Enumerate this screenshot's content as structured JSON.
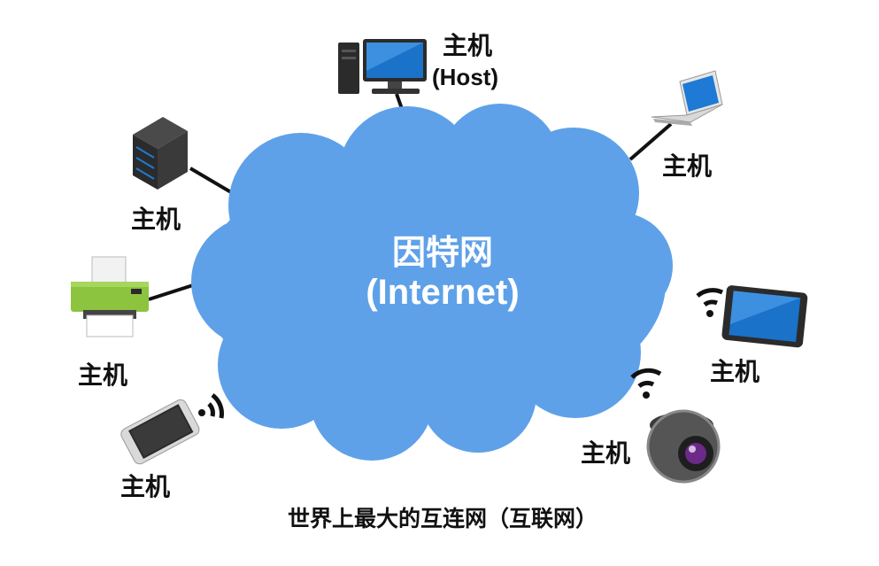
{
  "cloud": {
    "title": "因特网",
    "subtitle": "(Internet)"
  },
  "hosts": {
    "desktop": {
      "label": "主机",
      "english": "(Host)"
    },
    "laptop": {
      "label": "主机"
    },
    "server": {
      "label": "主机"
    },
    "printer": {
      "label": "主机"
    },
    "phone": {
      "label": "主机"
    },
    "tablet": {
      "label": "主机"
    },
    "camera": {
      "label": "主机"
    }
  },
  "caption": "世界上最大的互连网（互联网）",
  "colors": {
    "cloud": "#5ea1e8",
    "screen": "#1a72c9",
    "printer_body": "#8cc43f",
    "device_dark": "#2b2b2b"
  },
  "icons": [
    "desktop-computer-icon",
    "laptop-icon",
    "server-icon",
    "printer-icon",
    "smartphone-icon",
    "tablet-icon",
    "security-camera-icon",
    "wifi-signal-icon"
  ]
}
